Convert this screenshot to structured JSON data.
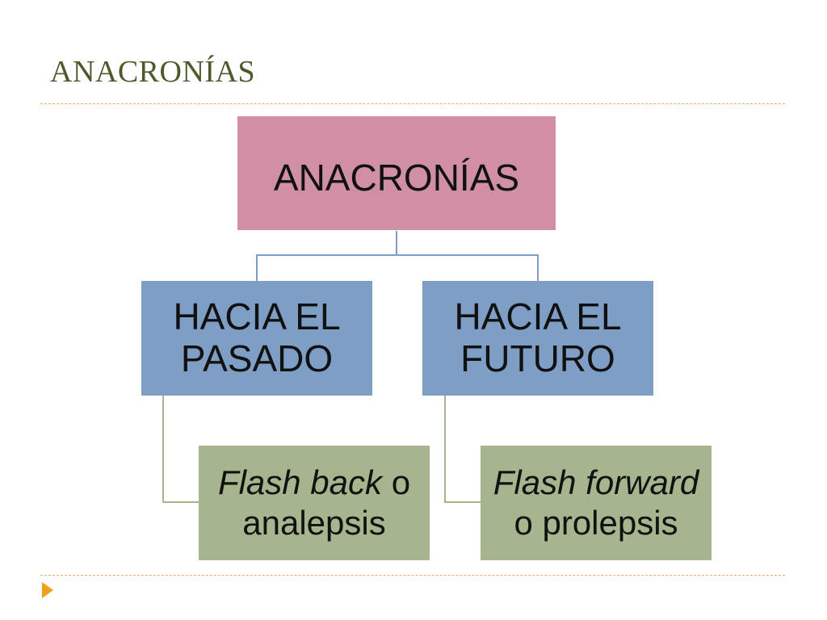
{
  "slide_title": "ANACRONÍAS",
  "diagram": {
    "root": "ANACRONÍAS",
    "branches": [
      {
        "label": "HACIA EL PASADO",
        "child_italic": "Flash back",
        "child_rest_line1": " o",
        "child_line2": "analepsis"
      },
      {
        "label": "HACIA EL FUTURO",
        "child_italic": "Flash forward",
        "child_rest_line1": "",
        "child_line2": "o prolepsis"
      }
    ]
  },
  "colors": {
    "title": "#4b5a2a",
    "root_fill": "#d08fa4",
    "level1_fill": "#7f9ec5",
    "level2_fill": "#a6b58e",
    "connector_blue": "#7f9ec5",
    "connector_green": "#a6b58e",
    "rule": "#e3b15a",
    "bullet": "#f0a11b"
  },
  "icons": {
    "bullet": "triangle-bullet-icon"
  }
}
